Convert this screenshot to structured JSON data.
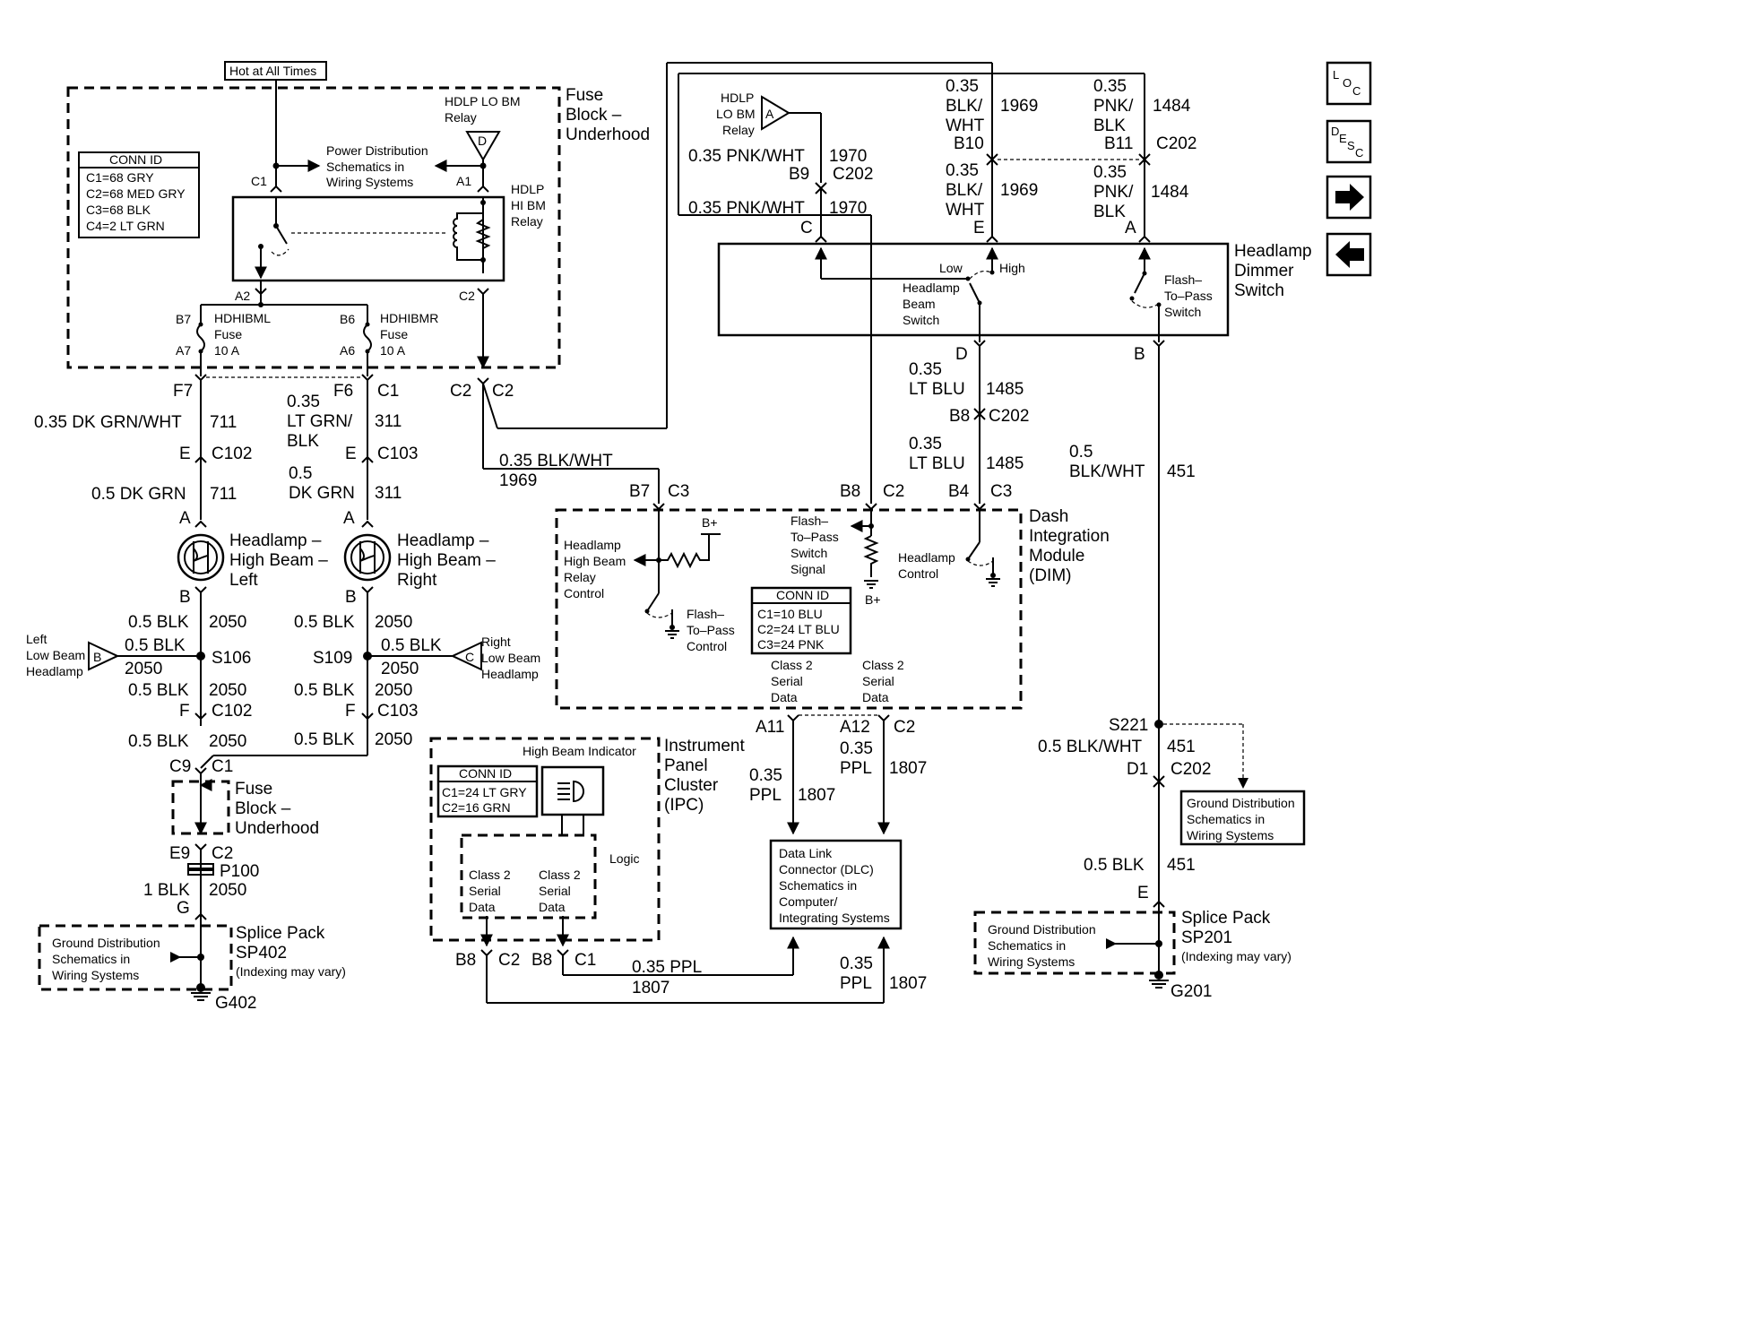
{
  "nav": {
    "loc_icon": "LOC",
    "desc_icon": "DESC",
    "next_icon": "arrow-right",
    "prev_icon": "arrow-left"
  },
  "top": {
    "hot_label": "Hot at All Times"
  },
  "fuse_block": {
    "title": [
      "Fuse",
      "Block –",
      "Underhood"
    ],
    "lo_relay": [
      "HDLP LO BM",
      "Relay"
    ],
    "lo_relay_pin": "D",
    "hi_relay": [
      "HDLP",
      "HI BM",
      "Relay"
    ],
    "power_dist": [
      "Power Distribution",
      "Schematics in",
      "Wiring Systems"
    ],
    "c1": "C1",
    "a1": "A1",
    "a2": "A2",
    "c2": "C2",
    "conn_id": {
      "title": "CONN ID",
      "rows": [
        "C1=68 GRY",
        "C2=68 MED GRY",
        "C3=68 BLK",
        "C4=2 LT GRN"
      ]
    },
    "fuse_left": {
      "top": "B7",
      "bottom": "A7",
      "name": "HDHIBML",
      "type": "Fuse",
      "rating": "10 A"
    },
    "fuse_right": {
      "top": "B6",
      "bottom": "A6",
      "name": "HDHIBMR",
      "type": "Fuse",
      "rating": "10 A"
    }
  },
  "left_circuit": {
    "f7": "F7",
    "w1": "0.35 DK GRN/WHT",
    "c1": "711",
    "e": "E",
    "conn": "C102",
    "w2": "0.5 DK GRN",
    "c2": "711",
    "a": "A",
    "lamp": [
      "Headlamp –",
      "High Beam –",
      "Left"
    ],
    "b": "B",
    "w3": "0.5 BLK",
    "c3": "2050",
    "w4": "0.5 BLK",
    "c4": "2050",
    "splice": "S106",
    "low_beam": [
      "Left",
      "Low Beam",
      "Headlamp"
    ],
    "low_pin": "B",
    "w5": "0.5 BLK",
    "c5": "2050",
    "f": "F",
    "conn2": "C102",
    "w6": "0.5 BLK",
    "c6": "2050"
  },
  "right_circuit": {
    "f6": "F6",
    "c1pin": "C1",
    "w1": [
      "0.35",
      "LT GRN/",
      "BLK"
    ],
    "c1": "311",
    "e": "E",
    "conn": "C103",
    "w2": [
      "0.5",
      "DK GRN"
    ],
    "c2": "311",
    "a": "A",
    "lamp": [
      "Headlamp –",
      "High Beam –",
      "Right"
    ],
    "b": "B",
    "w3": "0.5 BLK",
    "c3": "2050",
    "splice": "S109",
    "w4": "0.5 BLK",
    "c4": "2050",
    "low_beam": [
      "Right",
      "Low Beam",
      "Headlamp"
    ],
    "low_pin": "C",
    "w5": "0.5 BLK",
    "c5": "2050",
    "f": "F",
    "conn2": "C103",
    "w6": "0.5 BLK",
    "c6": "2050"
  },
  "ground_left": {
    "c9": "C9",
    "c1": "C1",
    "fuse_block": [
      "Fuse",
      "Block –",
      "Underhood"
    ],
    "e9": "E9",
    "c2": "C2",
    "p100": "P100",
    "w": "1 BLK",
    "c": "2050",
    "g": "G",
    "gd": [
      "Ground Distribution",
      "Schematics in",
      "Wiring Systems"
    ],
    "splice_pack": [
      "Splice Pack",
      "SP402"
    ],
    "indexing": "(Indexing may vary)",
    "ground": "G402"
  },
  "c2_mid": {
    "c2a": "C2",
    "c2b": "C2",
    "wire": "0.35 BLK/WHT",
    "circuit": "1969"
  },
  "dim": {
    "title": [
      "Dash",
      "Integration",
      "Module",
      "(DIM)"
    ],
    "b7": "B7",
    "c3": "C3",
    "b8": "B8",
    "c2": "C2",
    "b4": "B4",
    "c3b": "C3",
    "bplus": "B+",
    "bplus2": "B+",
    "relay_ctrl": [
      "Headlamp",
      "High Beam",
      "Relay",
      "Control"
    ],
    "ftp_ctrl": [
      "Flash–",
      "To–Pass",
      "Control"
    ],
    "ftp_signal": [
      "Flash–",
      "To–Pass",
      "Switch",
      "Signal"
    ],
    "hl_ctrl": [
      "Headlamp",
      "Control"
    ],
    "conn_id": {
      "title": "CONN ID",
      "rows": [
        "C1=10 BLU",
        "C2=24 LT BLU",
        "C3=24 PNK"
      ]
    },
    "serial_a": [
      "Class 2",
      "Serial",
      "Data"
    ],
    "serial_b": [
      "Class 2",
      "Serial",
      "Data"
    ],
    "a11": "A11",
    "a12": "A12",
    "c2out": "C2"
  },
  "switch": {
    "title": [
      "Headlamp",
      "Dimmer",
      "Switch"
    ],
    "hdlp_lo": [
      "HDLP",
      "LO BM",
      "Relay"
    ],
    "pin_a": "A",
    "w1970a": "0.35 PNK/WHT",
    "c1970a": "1970",
    "b9": "B9",
    "c202a": "C202",
    "w1970b": "0.35 PNK/WHT",
    "c1970b": "1970",
    "c": "C",
    "blk_top": [
      "0.35",
      "BLK/",
      "WHT"
    ],
    "c1969a": "1969",
    "b10": "B10",
    "blk_bot": [
      "0.35",
      "BLK/",
      "WHT"
    ],
    "c1969b": "1969",
    "e": "E",
    "pnk_top": [
      "0.35",
      "PNK/",
      "BLK"
    ],
    "c1484a": "1484",
    "b11": "B11",
    "c202b": "C202",
    "pnk_bot": [
      "0.35",
      "PNK/",
      "BLK"
    ],
    "c1484b": "1484",
    "a": "A",
    "low": "Low",
    "high": "High",
    "beam_sw": [
      "Headlamp",
      "Beam",
      "Switch"
    ],
    "ftp_sw": [
      "Flash–",
      "To–Pass",
      "Switch"
    ],
    "d": "D",
    "b": "B",
    "lt_blu_top": [
      "0.35",
      "LT BLU"
    ],
    "c1485a": "1485",
    "b8": "B8",
    "c202c": "C202",
    "lt_blu_bot": [
      "0.35",
      "LT BLU"
    ],
    "c1485b": "1485"
  },
  "right_ground": {
    "w": [
      "0.5",
      "BLK/WHT"
    ],
    "c": "451",
    "s221": "S221",
    "w2": "0.5 BLK/WHT",
    "c2": "451",
    "d1": "D1",
    "c202": "C202",
    "gd_box": [
      "Ground Distribution",
      "Schematics in",
      "Wiring Systems"
    ],
    "w3": "0.5 BLK",
    "c3": "451",
    "e": "E",
    "gd": [
      "Ground Distribution",
      "Schematics in",
      "Wiring Systems"
    ],
    "splice_pack": [
      "Splice Pack",
      "SP201"
    ],
    "indexing": "(Indexing may vary)",
    "ground": "G201"
  },
  "ipc": {
    "title": [
      "Instrument",
      "Panel",
      "Cluster",
      "(IPC)"
    ],
    "indicator": "High Beam Indicator",
    "conn_id": {
      "title": "CONN ID",
      "rows": [
        "C1=24 LT GRY",
        "C2=16 GRN"
      ]
    },
    "logic": "Logic",
    "serial_a": [
      "Class 2",
      "Serial",
      "Data"
    ],
    "serial_b": [
      "Class 2",
      "Serial",
      "Data"
    ],
    "b8a": "B8",
    "c2": "C2",
    "b8b": "B8",
    "c1": "C1"
  },
  "dlc": {
    "box": [
      "Data Link",
      "Connector (DLC)",
      "Schematics in",
      "Computer/",
      "Integrating Systems"
    ],
    "ppl_a": [
      "0.35",
      "PPL"
    ],
    "c1807a": "1807",
    "ppl_b": [
      "0.35",
      "PPL"
    ],
    "c1807b": "1807",
    "ppl_c": "0.35 PPL",
    "c1807c": "1807",
    "ppl_d": [
      "0.35",
      "PPL"
    ],
    "c1807d": "1807"
  }
}
